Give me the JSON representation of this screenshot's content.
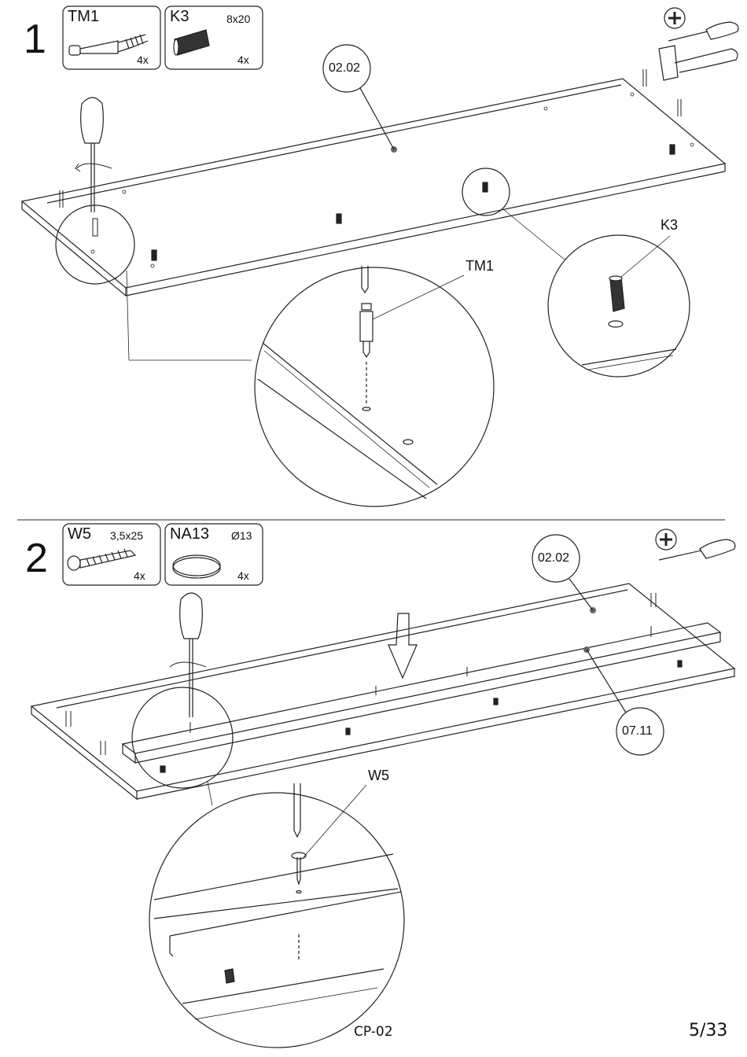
{
  "steps": [
    {
      "number": "1",
      "parts": [
        {
          "code": "TM1",
          "dimension": "",
          "qty": "4x"
        },
        {
          "code": "K3",
          "dimension": "8x20",
          "qty": "4x"
        }
      ],
      "panel_callout": "02.02",
      "detail_labels": {
        "cam_bolt": "TM1",
        "dowel": "K3"
      },
      "tools": [
        "phillips-screwdriver",
        "hammer"
      ]
    },
    {
      "number": "2",
      "parts": [
        {
          "code": "W5",
          "dimension": "3,5x25",
          "qty": "4x"
        },
        {
          "code": "NA13",
          "dimension": "Ø13",
          "qty": "4x"
        }
      ],
      "panel_callout": "02.02",
      "rail_callout": "07.11",
      "detail_labels": {
        "screw": "W5"
      },
      "tools": [
        "phillips-screwdriver"
      ]
    }
  ],
  "footer": {
    "model_code": "CP-02",
    "page": "5/33"
  }
}
